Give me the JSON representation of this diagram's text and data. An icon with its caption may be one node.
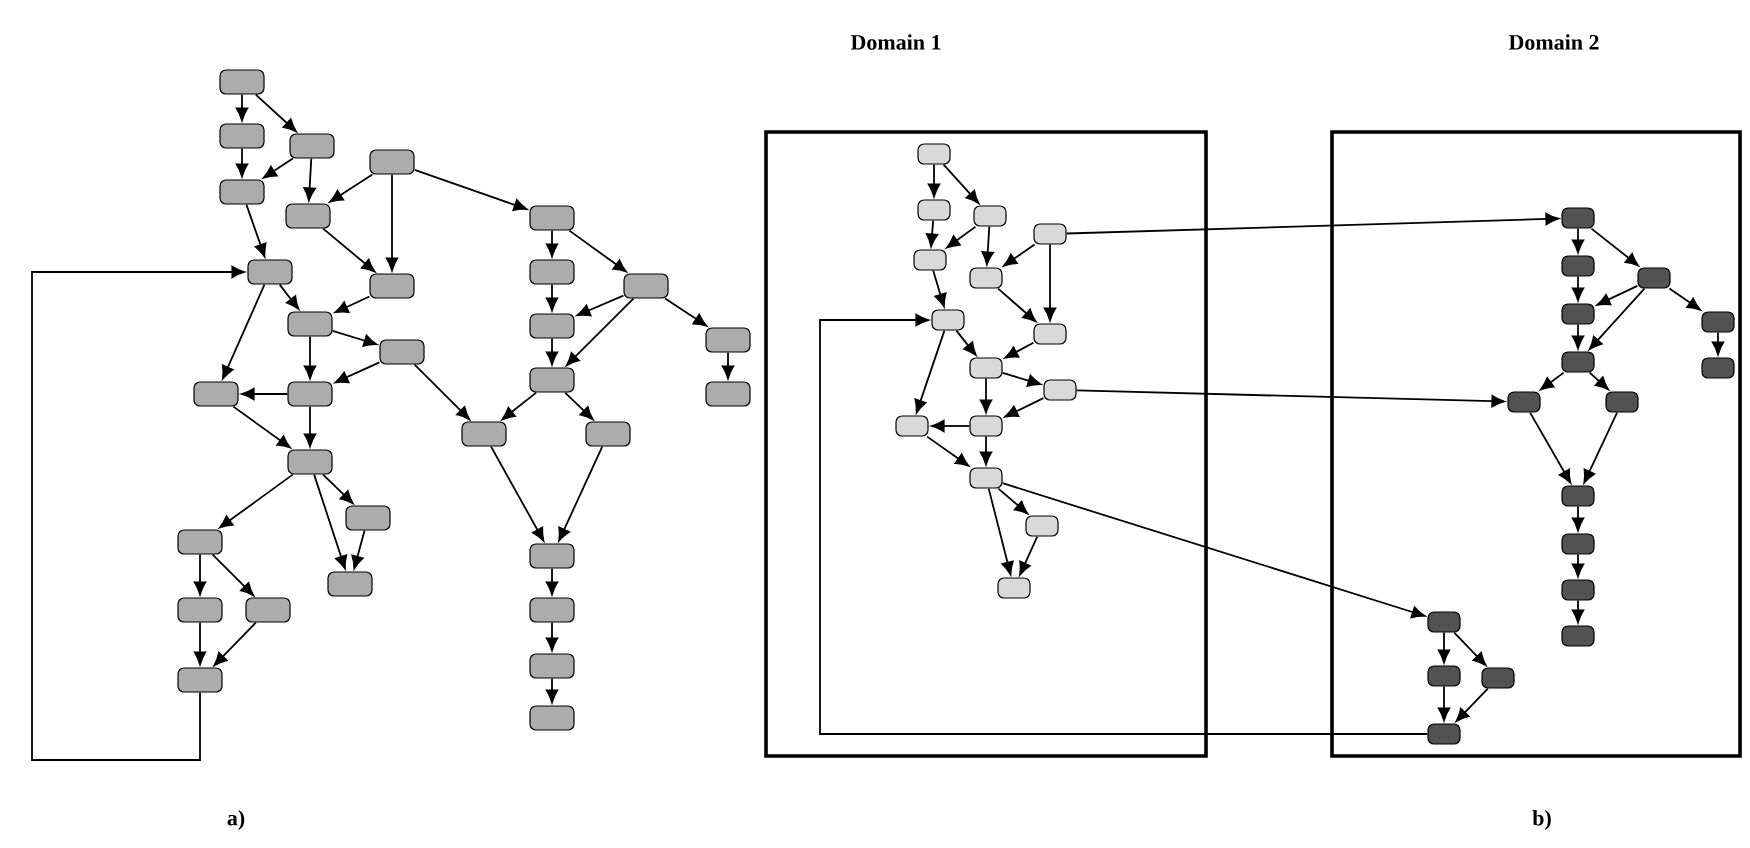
{
  "diagram": {
    "nodes": [
      {
        "text": [],
        "shape": "box"
      },
      {
        "text": [],
        "shape": "box"
      },
      {
        "text": [],
        "shape": "box"
      },
      {
        "text": [],
        "shape": "box"
      },
      {
        "text": [],
        "shape": "box"
      },
      {
        "text": [],
        "shape": "box"
      },
      {
        "text": [],
        "shape": "box"
      },
      {
        "text": [],
        "shape": "box"
      },
      {
        "text": [],
        "shape": "box"
      },
      {
        "text": [],
        "shape": "box"
      },
      {
        "text": [],
        "shape": "box"
      },
      {
        "text": [],
        "shape": "box"
      },
      {
        "text": [],
        "shape": "box"
      },
      {
        "text": [],
        "shape": "box"
      },
      {
        "text": [],
        "shape": "box"
      },
      {
        "text": [],
        "shape": "box"
      },
      {
        "text": [],
        "shape": "box"
      },
      {
        "text": [],
        "shape": "box"
      },
      {
        "text": [],
        "shape": "box"
      },
      {
        "text": [],
        "shape": "box"
      },
      {
        "text": [],
        "shape": "box"
      },
      {
        "text": [],
        "shape": "box"
      },
      {
        "text": [],
        "shape": "box"
      },
      {
        "text": [],
        "shape": "box"
      },
      {
        "text": [],
        "shape": "box"
      },
      {
        "text": [],
        "shape": "box"
      },
      {
        "text": [],
        "shape": "box"
      },
      {
        "text": [],
        "shape": "box"
      },
      {
        "text": [],
        "shape": "box"
      },
      {
        "text": [],
        "shape": "box"
      },
      {
        "text": [],
        "shape": "box"
      },
      {
        "text": [],
        "shape": "box"
      },
      {
        "text": [
          "Domain 1"
        ]
      },
      {
        "text": [],
        "shape": "box",
        "in": 32
      },
      {
        "text": [],
        "shape": "box",
        "in": 32
      },
      {
        "text": [],
        "shape": "box",
        "in": 32
      },
      {
        "text": [],
        "shape": "box",
        "in": 32
      },
      {
        "text": [],
        "shape": "box",
        "in": 32
      },
      {
        "text": [],
        "shape": "box",
        "in": 32
      },
      {
        "text": [],
        "shape": "box",
        "in": 32
      },
      {
        "text": [],
        "shape": "box",
        "in": 32
      },
      {
        "text": [],
        "shape": "box",
        "in": 32
      },
      {
        "text": [],
        "shape": "box",
        "in": 32
      },
      {
        "text": [],
        "shape": "box",
        "in": 32
      },
      {
        "text": [],
        "shape": "box",
        "in": 32
      },
      {
        "text": [],
        "shape": "box",
        "in": 32
      },
      {
        "text": [],
        "shape": "box",
        "in": 32
      },
      {
        "text": [],
        "shape": "box",
        "in": 32
      },
      {
        "text": [
          "Domain 2"
        ]
      },
      {
        "text": [],
        "shape": "box",
        "in": 48
      },
      {
        "text": [],
        "shape": "box",
        "in": 48
      },
      {
        "text": [],
        "shape": "box",
        "in": 48
      },
      {
        "text": [],
        "shape": "box",
        "in": 48
      },
      {
        "text": [],
        "shape": "box",
        "in": 48
      },
      {
        "text": [],
        "shape": "box",
        "in": 48
      },
      {
        "text": [],
        "shape": "box",
        "in": 48
      },
      {
        "text": [],
        "shape": "box",
        "in": 48
      },
      {
        "text": [],
        "shape": "box",
        "in": 48
      },
      {
        "text": [],
        "shape": "box",
        "in": 48
      },
      {
        "text": [],
        "shape": "box",
        "in": 48
      },
      {
        "text": [],
        "shape": "box",
        "in": 48
      },
      {
        "text": [],
        "shape": "box",
        "in": 48
      },
      {
        "text": [],
        "shape": "box",
        "in": 48
      },
      {
        "text": [],
        "shape": "box",
        "in": 48
      },
      {
        "text": [],
        "shape": "box",
        "in": 48
      },
      {
        "text": [],
        "shape": "box",
        "in": 48
      }
    ],
    "edges": [
      {
        "from": 0,
        "to": 1,
        "arrow": "to"
      },
      {
        "from": 0,
        "to": 2,
        "arrow": "to"
      },
      {
        "from": 1,
        "to": 3,
        "arrow": "to"
      },
      {
        "from": 2,
        "to": 3,
        "arrow": "to"
      },
      {
        "from": 2,
        "to": 4,
        "arrow": "to"
      },
      {
        "from": 5,
        "to": 4,
        "arrow": "to"
      },
      {
        "from": 5,
        "to": 7,
        "arrow": "to"
      },
      {
        "from": 5,
        "to": 19,
        "arrow": "to"
      },
      {
        "from": 3,
        "to": 6,
        "arrow": "to"
      },
      {
        "from": 4,
        "to": 7,
        "arrow": "to"
      },
      {
        "from": 6,
        "to": 8,
        "arrow": "to"
      },
      {
        "from": 7,
        "to": 8,
        "arrow": "to"
      },
      {
        "from": 6,
        "to": 10,
        "arrow": "to"
      },
      {
        "from": 8,
        "to": 11,
        "arrow": "to"
      },
      {
        "from": 8,
        "to": 9,
        "arrow": "to"
      },
      {
        "from": 9,
        "to": 11,
        "arrow": "to"
      },
      {
        "from": 11,
        "to": 10,
        "arrow": "to"
      },
      {
        "from": 10,
        "to": 12,
        "arrow": "to"
      },
      {
        "from": 11,
        "to": 12,
        "arrow": "to"
      },
      {
        "from": 9,
        "to": 26,
        "arrow": "to"
      },
      {
        "from": 12,
        "to": 13,
        "arrow": "to"
      },
      {
        "from": 12,
        "to": 15,
        "arrow": "to"
      },
      {
        "from": 13,
        "to": 15,
        "arrow": "to"
      },
      {
        "from": 12,
        "to": 14,
        "arrow": "to"
      },
      {
        "from": 14,
        "to": 16,
        "arrow": "to"
      },
      {
        "from": 14,
        "to": 17,
        "arrow": "to"
      },
      {
        "from": 16,
        "to": 18,
        "arrow": "to"
      },
      {
        "from": 17,
        "to": 18,
        "arrow": "to"
      },
      {
        "from": 19,
        "to": 20,
        "arrow": "to"
      },
      {
        "from": 19,
        "to": 21,
        "arrow": "to"
      },
      {
        "from": 20,
        "to": 22,
        "arrow": "to"
      },
      {
        "from": 21,
        "to": 22,
        "arrow": "to"
      },
      {
        "from": 21,
        "to": 24,
        "arrow": "to"
      },
      {
        "from": 21,
        "to": 23,
        "arrow": "to"
      },
      {
        "from": 23,
        "to": 25,
        "arrow": "to"
      },
      {
        "from": 22,
        "to": 24,
        "arrow": "to"
      },
      {
        "from": 24,
        "to": 26,
        "arrow": "to"
      },
      {
        "from": 24,
        "to": 27,
        "arrow": "to"
      },
      {
        "from": 26,
        "to": 28,
        "arrow": "to"
      },
      {
        "from": 27,
        "to": 28,
        "arrow": "to"
      },
      {
        "from": 28,
        "to": 29,
        "arrow": "to"
      },
      {
        "from": 29,
        "to": 30,
        "arrow": "to"
      },
      {
        "from": 30,
        "to": 31,
        "arrow": "to"
      },
      {
        "from": 18,
        "to": 6,
        "arrow": "to"
      },
      {
        "from": 33,
        "to": 34,
        "arrow": "to"
      },
      {
        "from": 33,
        "to": 35,
        "arrow": "to"
      },
      {
        "from": 34,
        "to": 36,
        "arrow": "to"
      },
      {
        "from": 35,
        "to": 36,
        "arrow": "to"
      },
      {
        "from": 35,
        "to": 38,
        "arrow": "to"
      },
      {
        "from": 37,
        "to": 38,
        "arrow": "to"
      },
      {
        "from": 37,
        "to": 40,
        "arrow": "to"
      },
      {
        "from": 36,
        "to": 39,
        "arrow": "to"
      },
      {
        "from": 38,
        "to": 40,
        "arrow": "to"
      },
      {
        "from": 39,
        "to": 41,
        "arrow": "to"
      },
      {
        "from": 40,
        "to": 41,
        "arrow": "to"
      },
      {
        "from": 41,
        "to": 42,
        "arrow": "to"
      },
      {
        "from": 41,
        "to": 44,
        "arrow": "to"
      },
      {
        "from": 42,
        "to": 44,
        "arrow": "to"
      },
      {
        "from": 44,
        "to": 43,
        "arrow": "to"
      },
      {
        "from": 39,
        "to": 43,
        "arrow": "to"
      },
      {
        "from": 43,
        "to": 45,
        "arrow": "to"
      },
      {
        "from": 44,
        "to": 45,
        "arrow": "to"
      },
      {
        "from": 45,
        "to": 46,
        "arrow": "to"
      },
      {
        "from": 45,
        "to": 47,
        "arrow": "to"
      },
      {
        "from": 46,
        "to": 47,
        "arrow": "to"
      },
      {
        "from": 49,
        "to": 50,
        "arrow": "to"
      },
      {
        "from": 49,
        "to": 51,
        "arrow": "to"
      },
      {
        "from": 50,
        "to": 52,
        "arrow": "to"
      },
      {
        "from": 51,
        "to": 52,
        "arrow": "to"
      },
      {
        "from": 51,
        "to": 54,
        "arrow": "to"
      },
      {
        "from": 51,
        "to": 53,
        "arrow": "to"
      },
      {
        "from": 53,
        "to": 55,
        "arrow": "to"
      },
      {
        "from": 52,
        "to": 54,
        "arrow": "to"
      },
      {
        "from": 54,
        "to": 56,
        "arrow": "to"
      },
      {
        "from": 54,
        "to": 57,
        "arrow": "to"
      },
      {
        "from": 56,
        "to": 58,
        "arrow": "to"
      },
      {
        "from": 57,
        "to": 58,
        "arrow": "to"
      },
      {
        "from": 58,
        "to": 59,
        "arrow": "to"
      },
      {
        "from": 59,
        "to": 60,
        "arrow": "to"
      },
      {
        "from": 60,
        "to": 61,
        "arrow": "to"
      },
      {
        "from": 62,
        "to": 63,
        "arrow": "to"
      },
      {
        "from": 62,
        "to": 64,
        "arrow": "to"
      },
      {
        "from": 63,
        "to": 65,
        "arrow": "to"
      },
      {
        "from": 64,
        "to": 65,
        "arrow": "to"
      },
      {
        "from": 37,
        "to": 49,
        "arrow": "to"
      },
      {
        "from": 42,
        "to": 56,
        "arrow": "to"
      },
      {
        "from": 45,
        "to": 62,
        "arrow": "to"
      },
      {
        "from": 65,
        "to": 39,
        "arrow": "to"
      }
    ],
    "labels": [
      "a)",
      "b)"
    ]
  }
}
